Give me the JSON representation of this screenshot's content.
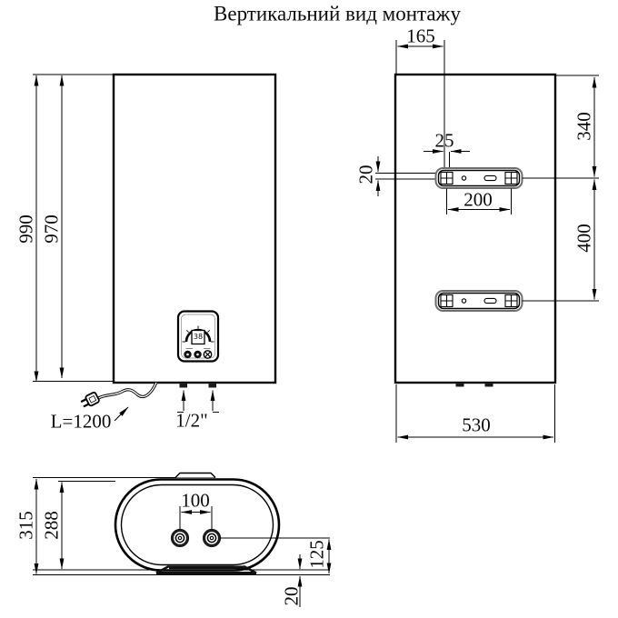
{
  "title": "Вертикальний вид монтажу",
  "front_view": {
    "overall_height": "990",
    "body_height": "970",
    "cable_label": "L=1200",
    "pipe_thread": "1/2\"",
    "panel_display": "38"
  },
  "back_view": {
    "top_offset": "165",
    "hole_offset": "25",
    "hook_gap": "20",
    "hole_spacing": "200",
    "top_to_upper_bracket": "340",
    "bracket_spacing": "400",
    "width": "530"
  },
  "bottom_view": {
    "overall_depth": "315",
    "body_depth": "288",
    "pipe_spacing": "100",
    "pipe_axis_offset": "125",
    "foot_height": "20"
  }
}
